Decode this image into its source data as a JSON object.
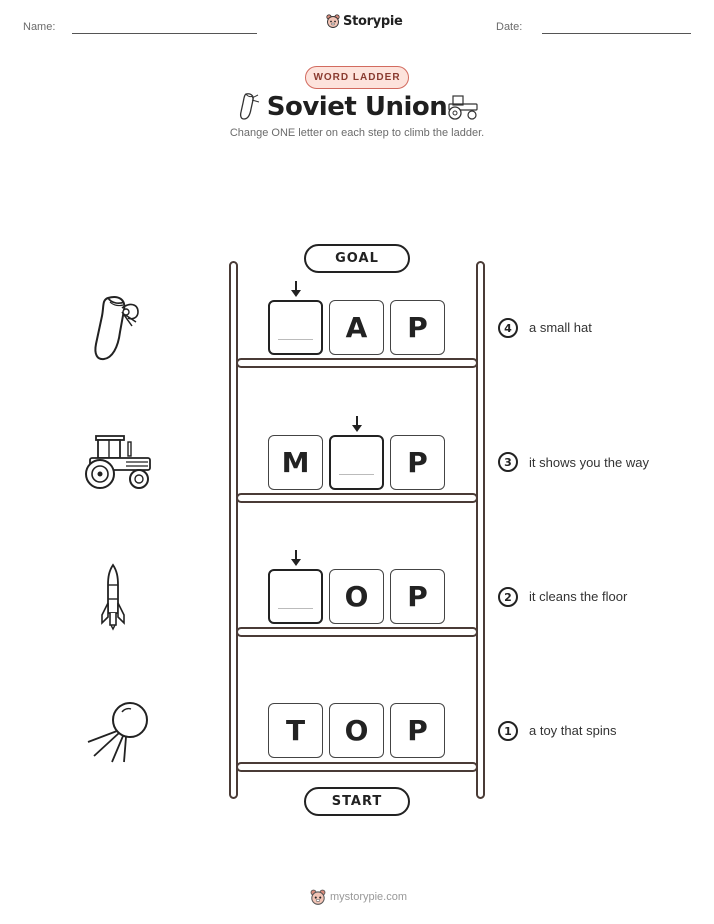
{
  "header": {
    "name_label": "Name:",
    "date_label": "Date:",
    "brand": "Storypie"
  },
  "badge": "WORD LADDER",
  "title": "Soviet Union",
  "subtitle": "Change ONE letter on each step to climb the ladder.",
  "ladder": {
    "goal_label": "GOAL",
    "start_label": "START",
    "rows": [
      {
        "number": "4",
        "clue": "a small hat",
        "tiles": [
          "",
          "A",
          "P"
        ],
        "picture": "ballet-shoe-icon"
      },
      {
        "number": "3",
        "clue": "it shows you the way",
        "tiles": [
          "M",
          "",
          "P"
        ],
        "picture": "tractor-icon"
      },
      {
        "number": "2",
        "clue": "it cleans the floor",
        "tiles": [
          "",
          "O",
          "P"
        ],
        "picture": "rocket-icon"
      },
      {
        "number": "1",
        "clue": "a toy that spins",
        "tiles": [
          "T",
          "O",
          "P"
        ],
        "picture": "sputnik-icon"
      }
    ]
  },
  "footer": "mystorypie.com"
}
